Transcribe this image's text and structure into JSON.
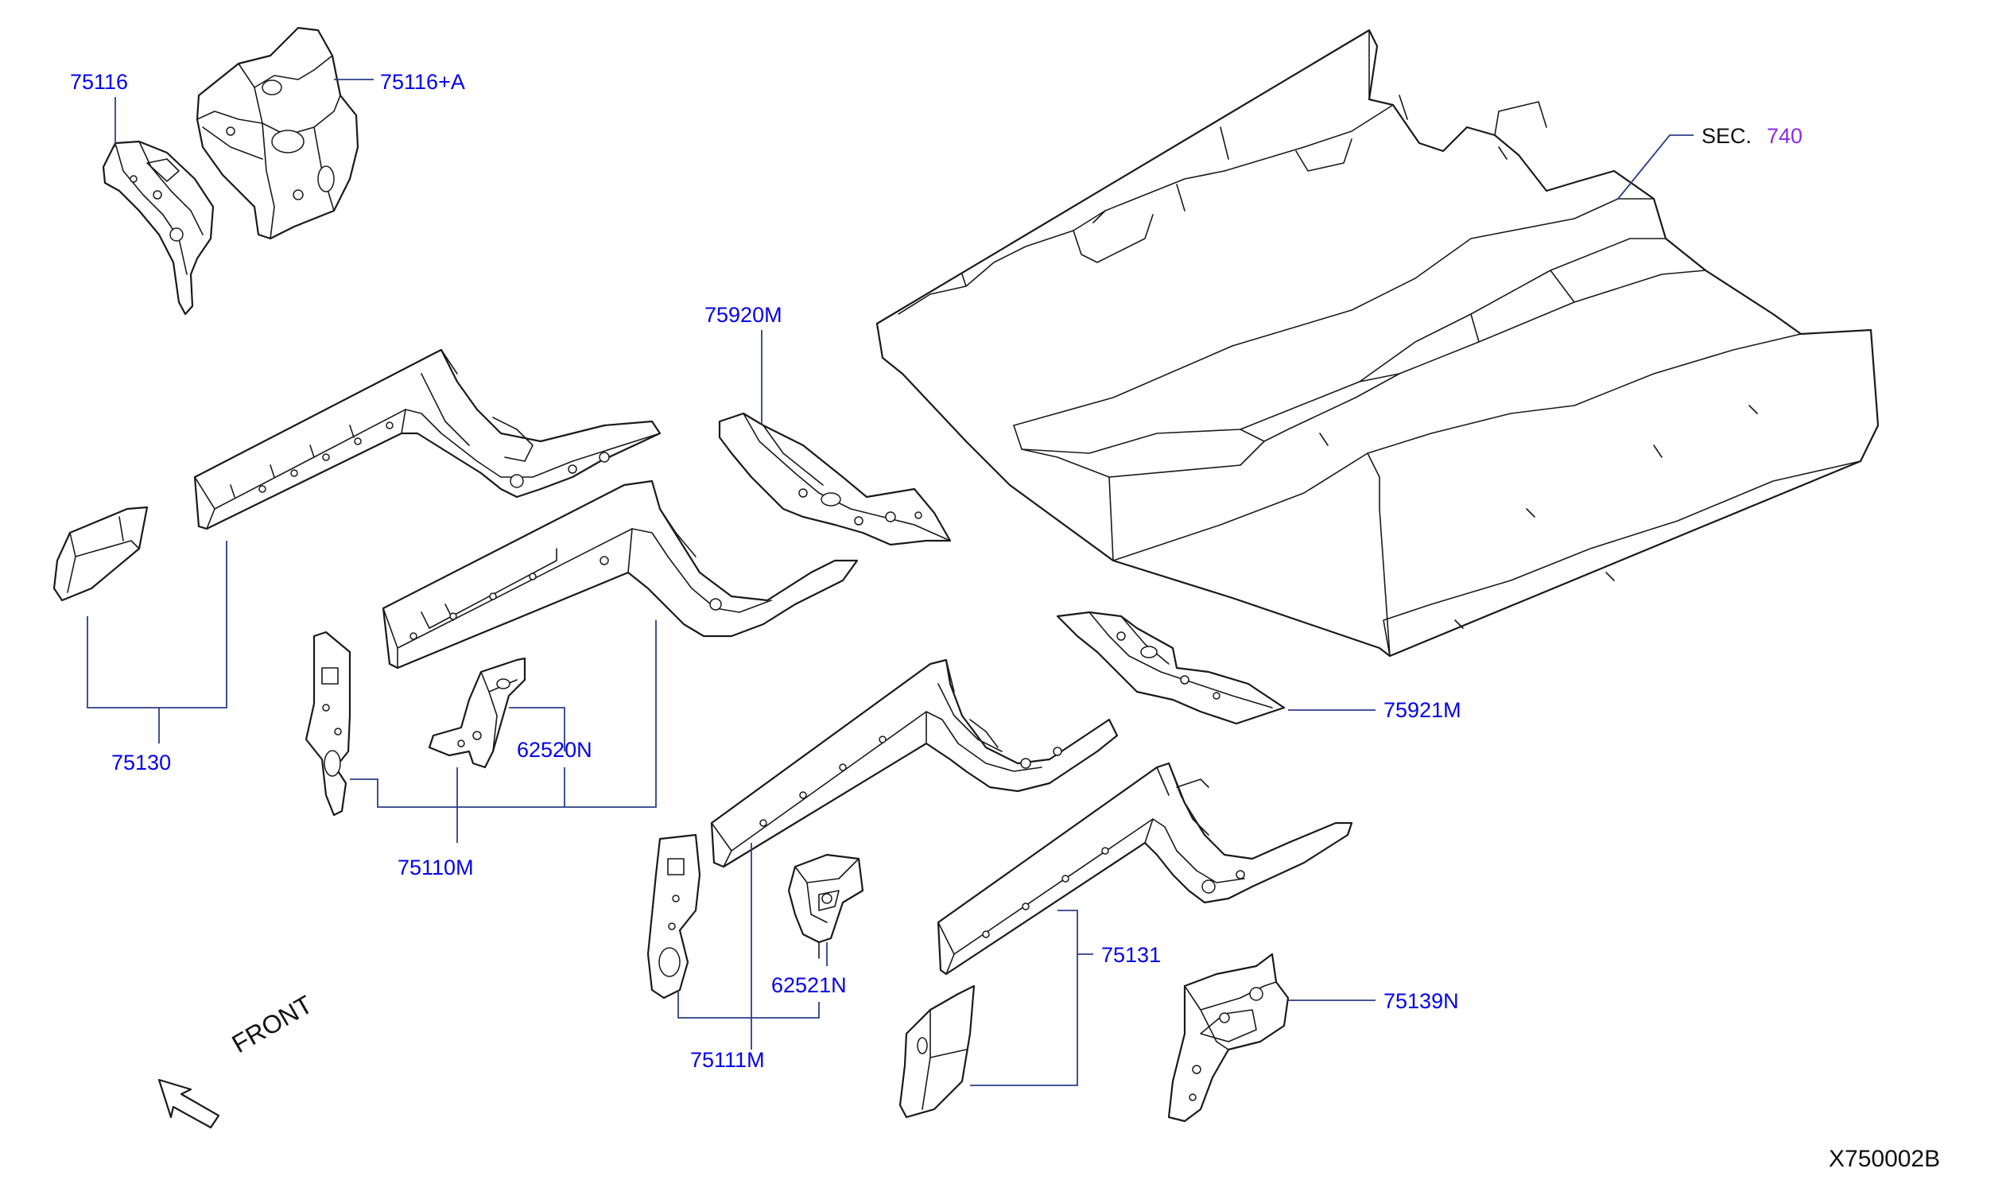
{
  "parts": {
    "p75116": "75116",
    "p75116a": "75116+A",
    "sec_prefix": "SEC.",
    "sec_number": "740",
    "p75920m": "75920M",
    "p75921m": "75921M",
    "p75130": "75130",
    "p62520n": "62520N",
    "p75110m": "75110M",
    "p75131": "75131",
    "p62521n": "62521N",
    "p75139n": "75139N",
    "p75111m": "75111M"
  },
  "front_label": "FRONT",
  "diagram_code": "X750002B",
  "colors": {
    "label": "#0000ee",
    "section_number": "#8a2be2",
    "leader": "#2c3e88",
    "outline": "#1a1a1a"
  }
}
